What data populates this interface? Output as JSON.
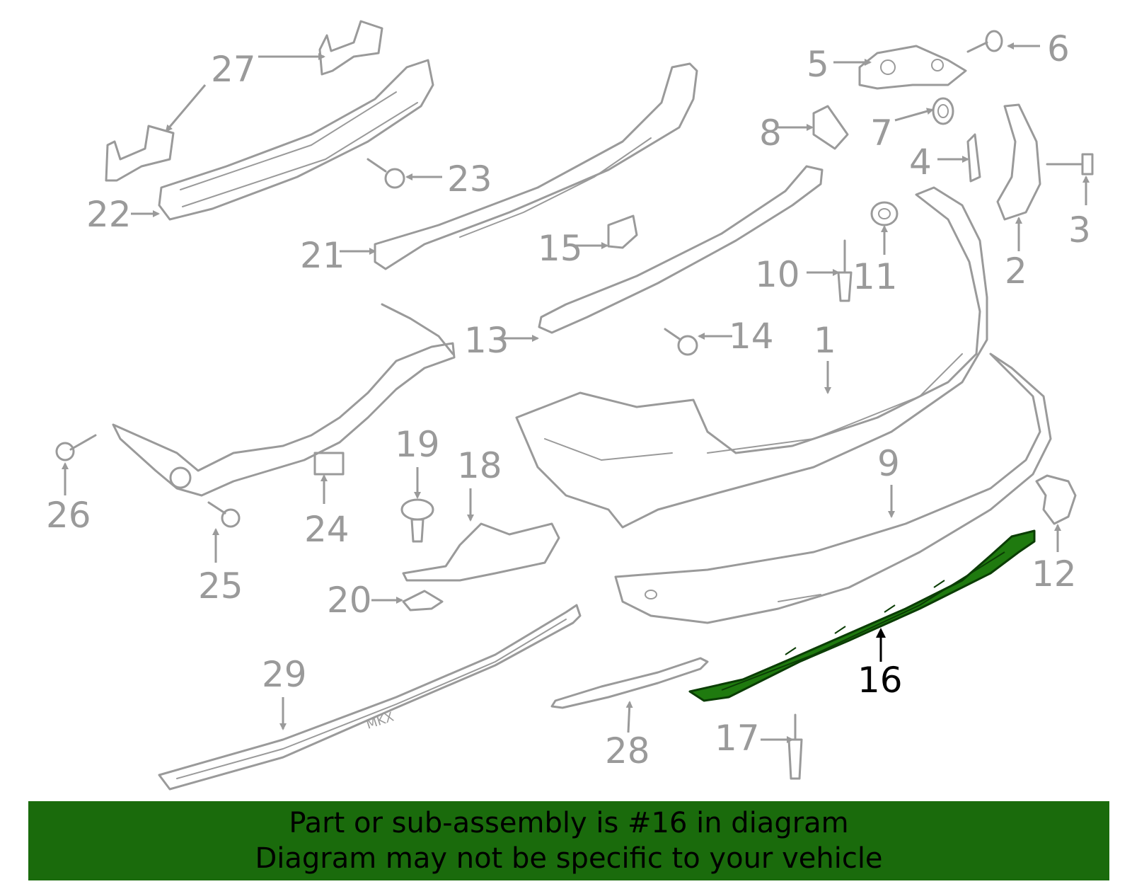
{
  "highlight_part": "16",
  "colors": {
    "part_stroke": "#9a9a9a",
    "highlight_fill": "#1f7a0f",
    "banner_bg": "#1a6b0c"
  },
  "callouts": {
    "c1": "1",
    "c2": "2",
    "c3": "3",
    "c4": "4",
    "c5": "5",
    "c6": "6",
    "c7": "7",
    "c8": "8",
    "c9": "9",
    "c10": "10",
    "c11": "11",
    "c12": "12",
    "c13": "13",
    "c14": "14",
    "c15": "15",
    "c16": "16",
    "c17": "17",
    "c18": "18",
    "c19": "19",
    "c20": "20",
    "c21": "21",
    "c22": "22",
    "c23": "23",
    "c24": "24",
    "c25": "25",
    "c26": "26",
    "c27": "27",
    "c28": "28",
    "c29": "29"
  },
  "molding_text": "MKX",
  "banner": {
    "line1": "Part or sub-assembly is #16 in diagram",
    "line2": "Diagram may not be specific to your vehicle"
  }
}
